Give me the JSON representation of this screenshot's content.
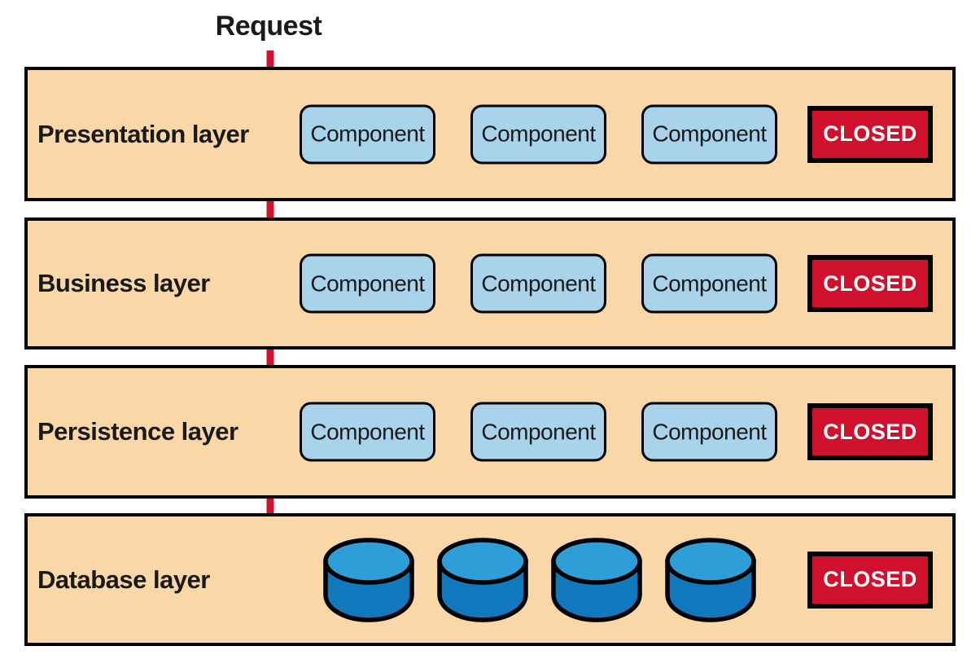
{
  "request_label": "Request",
  "layers": [
    {
      "id": "presentation",
      "name": "Presentation layer",
      "components": [
        "Component",
        "Component",
        "Component"
      ],
      "badge": "CLOSED"
    },
    {
      "id": "business",
      "name": "Business layer",
      "components": [
        "Component",
        "Component",
        "Component"
      ],
      "badge": "CLOSED"
    },
    {
      "id": "persistence",
      "name": "Persistence layer",
      "components": [
        "Component",
        "Component",
        "Component"
      ],
      "badge": "CLOSED"
    },
    {
      "id": "database",
      "name": "Database layer",
      "database_count": 4,
      "badge": "CLOSED"
    }
  ],
  "colors": {
    "layer_fill": "#FAD7A6",
    "layer_border": "#000000",
    "component_fill": "#A9D3EA",
    "component_border": "#000000",
    "badge_fill": "#D0112E",
    "badge_text": "#FFFFFF",
    "arrow": "#D0112E",
    "db_top": "#2D9ED8",
    "db_body": "#1278BE"
  }
}
